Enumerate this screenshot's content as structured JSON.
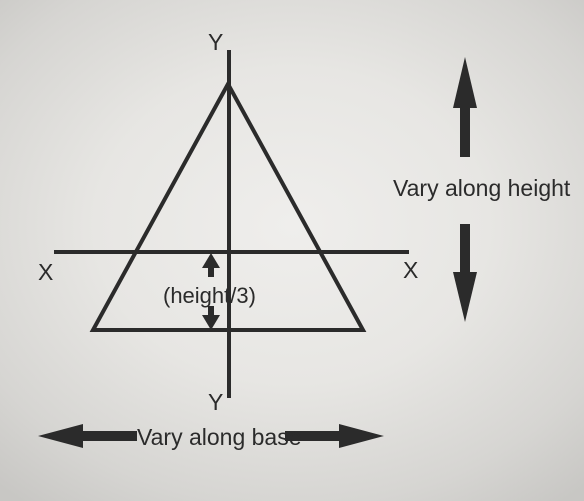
{
  "diagram": {
    "labels": {
      "y_axis_top": "Y",
      "y_axis_bottom": "Y",
      "x_axis_left": "X",
      "x_axis_right": "X",
      "centroid_distance": "(height/3)",
      "vary_height": "Vary along height",
      "vary_base": "Vary along base"
    },
    "colors": {
      "line": "#2b2b2b",
      "text": "#2b2b2b",
      "background": "#e8e7e4"
    },
    "icons": {
      "height_arrows": "double-vertical-arrow-icon",
      "base_arrows": "double-horizontal-arrow-icon",
      "centroid_marker": "dimension-arrow-icon"
    }
  }
}
